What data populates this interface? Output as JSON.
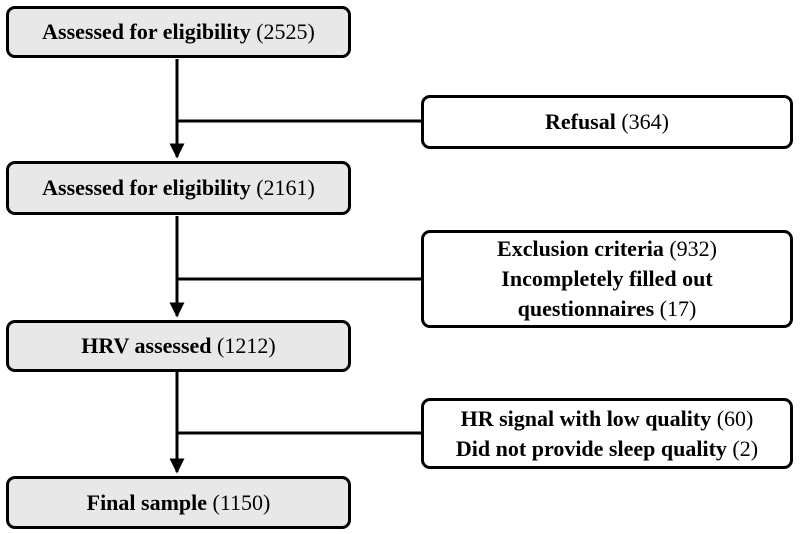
{
  "main_boxes": [
    {
      "label": "Assessed for eligibility",
      "count": "(2525)"
    },
    {
      "label": "Assessed for eligibility",
      "count": "(2161)"
    },
    {
      "label": "HRV assessed",
      "count": "(1212)"
    },
    {
      "label": "Final sample",
      "count": "(1150)"
    }
  ],
  "side_boxes": [
    {
      "lines": [
        {
          "label": "Refusal",
          "count": "(364)"
        }
      ]
    },
    {
      "lines": [
        {
          "label": "Exclusion criteria",
          "count": "(932)"
        },
        {
          "label": "Incompletely filled out",
          "count": ""
        },
        {
          "label": "questionnaires",
          "count": "(17)"
        }
      ]
    },
    {
      "lines": [
        {
          "label": "HR signal with low quality",
          "count": "(60)"
        },
        {
          "label": "Did not provide sleep quality",
          "count": "(2)"
        }
      ]
    }
  ]
}
